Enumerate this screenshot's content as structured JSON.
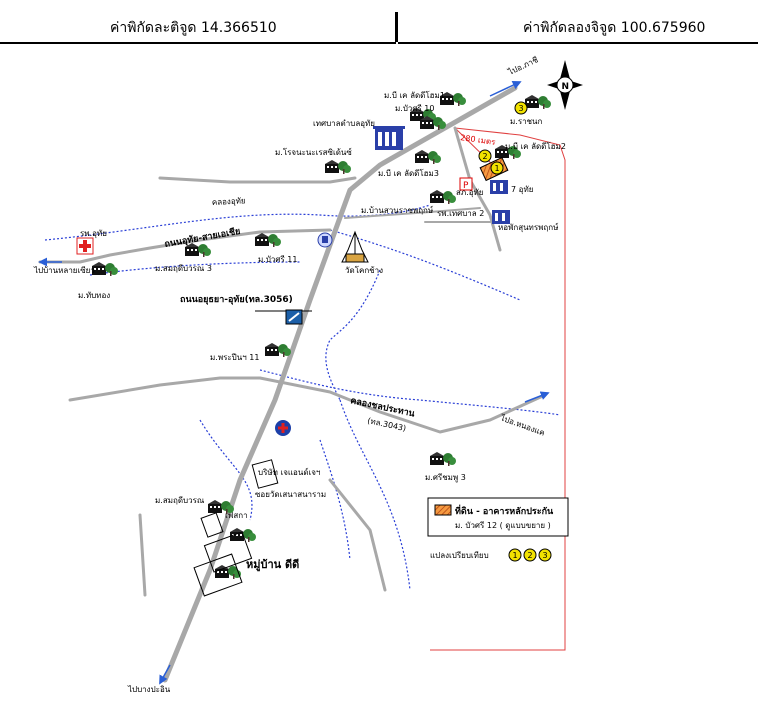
{
  "header": {
    "latitude": "ค่าพิกัดละติจูด 14.366510",
    "longitude": "ค่าพิกัดลองจิจูด 100.675960"
  },
  "compass": {
    "letter": "N"
  },
  "roads": {
    "main_road": "ถนนอยุธยา-อุทัย(ทล.3056)",
    "local_road": "ถนนอุทัย-สายเอเชีย",
    "road_3043": "(ทล.3043)",
    "canal_1": "คลองอุทัย",
    "canal_2": "คลองชลประทาน",
    "soi": "ซอยวัดเสนาสนาราม"
  },
  "directions": {
    "to_top": "ไปอ.ภาชี",
    "to_left": "ไปบ้านหลายเซียว",
    "to_right": "ไปอ.หนองแค",
    "to_bottom": "ไปบางปะอิน"
  },
  "distance": "280 เมตร",
  "places": {
    "p01": "ม.บี เค ลัดดีโฮม1",
    "p02": "ม.บัวศรี 10",
    "p03": "เทศบาลตำบลอุทัย",
    "p04": "ม.โรจนะนะเรสซิเด้นซ์",
    "p05": "ม.บี เค ลัดดีโฮม3",
    "p06": "ม.บ้านสวนราชพฤกษ์",
    "p07": "ม.ราชนก",
    "p08": "ม.บี เค ลัดดีโฮม2",
    "p09": "สภ.อุทัย",
    "p10": "7 อุทัย",
    "p11": "รพ.เทศบาล 2",
    "p12": "หอพักสุนทรพฤกษ์",
    "p13": "รพ.อุทัย",
    "p14": "ม.สมฤดีบวรณ 3",
    "p15": "ม.บัวศรี 11",
    "p16": "วัดโคกช้าง",
    "p17": "ม.ทับทอง",
    "p18": "ม.พระปีนฯ 11",
    "p19": "บริษัท เจแอนด์เจฯ",
    "p20": "ม.ศรีชมพู 3",
    "p21": "ม.สมฤดีบวรณ",
    "p22": "เฟสกา",
    "p23": "หมู่บ้าน ดีดี"
  },
  "legend": {
    "title": "ที่ดิน - อาคารหลักประกัน",
    "subtitle": "ม. บัวศรี 12 ( ดูแบบขยาย )",
    "compare": "แปลงเปรียบเทียบ",
    "markers": [
      "1",
      "2",
      "3"
    ]
  },
  "colors": {
    "road": "#a8a8a8",
    "canal": "#2a3fd6",
    "marker": "#f2e200",
    "hospital": "#e02020",
    "building": "#2a3fa8",
    "collateral": "#e07020",
    "distance_line": "#e04040"
  }
}
